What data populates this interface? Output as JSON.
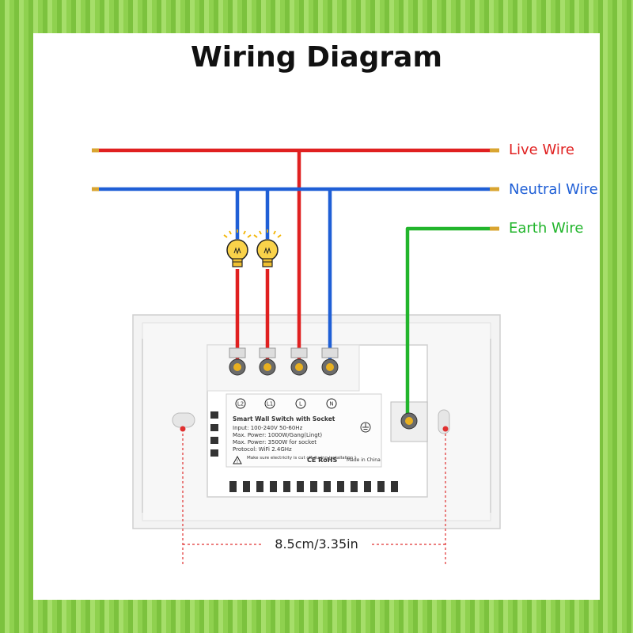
{
  "title": "Wiring Diagram",
  "wires": {
    "live": {
      "label": "Live Wire",
      "color": "#e02020"
    },
    "neutral": {
      "label": "Neutral Wire",
      "color": "#1f5fd6"
    },
    "earth": {
      "label": "Earth Wire",
      "color": "#22b52c"
    }
  },
  "terminals": [
    "L2",
    "L1",
    "L",
    "N"
  ],
  "label_plate": {
    "heading": "Smart Wall Switch with Socket",
    "lines": [
      "Input: 100-240V 50-60Hz",
      "Max. Power: 1000W/Gang(Lingt)",
      "Max. Power: 3500W for socket",
      "Protocol: WiFi 2.4GHz"
    ],
    "warning": "Make sure electricity is cut off during installation !",
    "certs": "CE RoHS",
    "origin": "Made in China"
  },
  "dimension": "8.5cm/3.35in"
}
